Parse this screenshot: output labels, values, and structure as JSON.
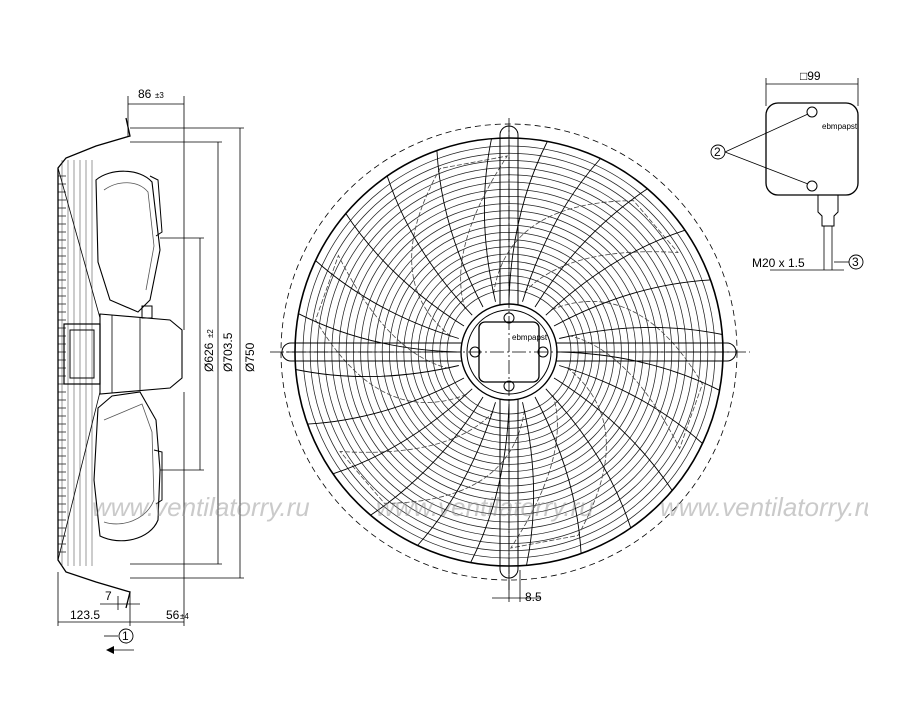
{
  "side_view": {
    "dim_top_value": "86",
    "dim_top_tol": "±3",
    "dim_d1_value": "Ø626",
    "dim_d1_tol": "±2",
    "dim_d2": "Ø703.5",
    "dim_d3": "Ø750",
    "dim_7": "7",
    "dim_123": "123.5",
    "dim_56_value": "56",
    "dim_56_tol": "±4",
    "callout_1": "1"
  },
  "front_view": {
    "dim_85": "8.5",
    "brand_label": "ebmpapst"
  },
  "box_view": {
    "dim_square": "□99",
    "thread": "M20 x 1.5",
    "callout_2": "2",
    "callout_3": "3",
    "brand_label": "ebmpapst"
  },
  "watermark": {
    "text": "www.ventilatorry.ru"
  }
}
